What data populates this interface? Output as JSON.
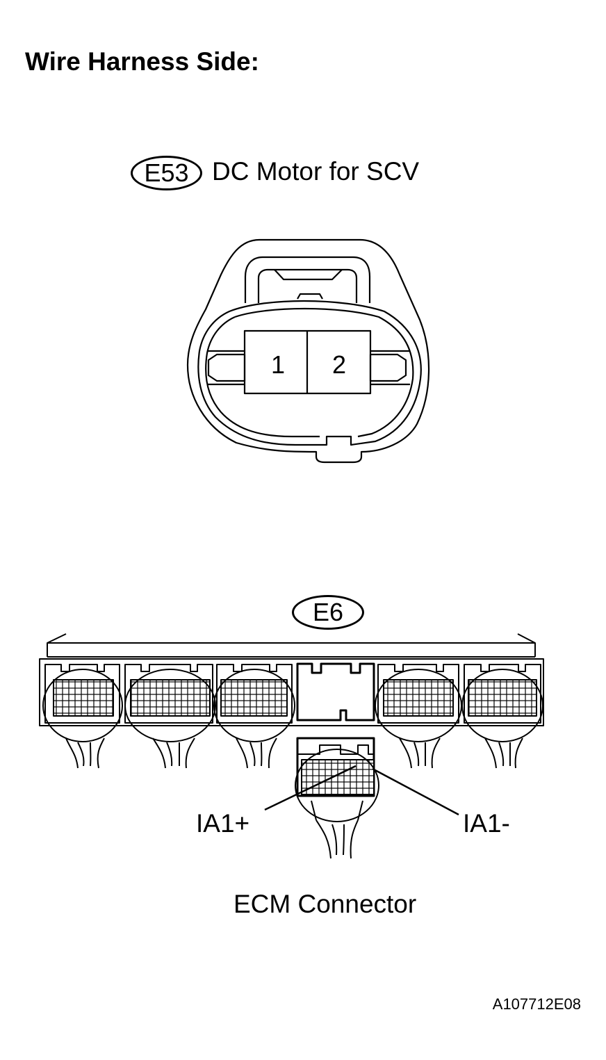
{
  "title": "Wire Harness Side:",
  "e53": {
    "code": "E53",
    "name": "DC Motor for SCV",
    "pins": [
      "1",
      "2"
    ]
  },
  "e6": {
    "code": "E6",
    "terminal_left": "IA1+",
    "terminal_right": "IA1-",
    "caption": "ECM Connector"
  },
  "figure_id": "A107712E08"
}
